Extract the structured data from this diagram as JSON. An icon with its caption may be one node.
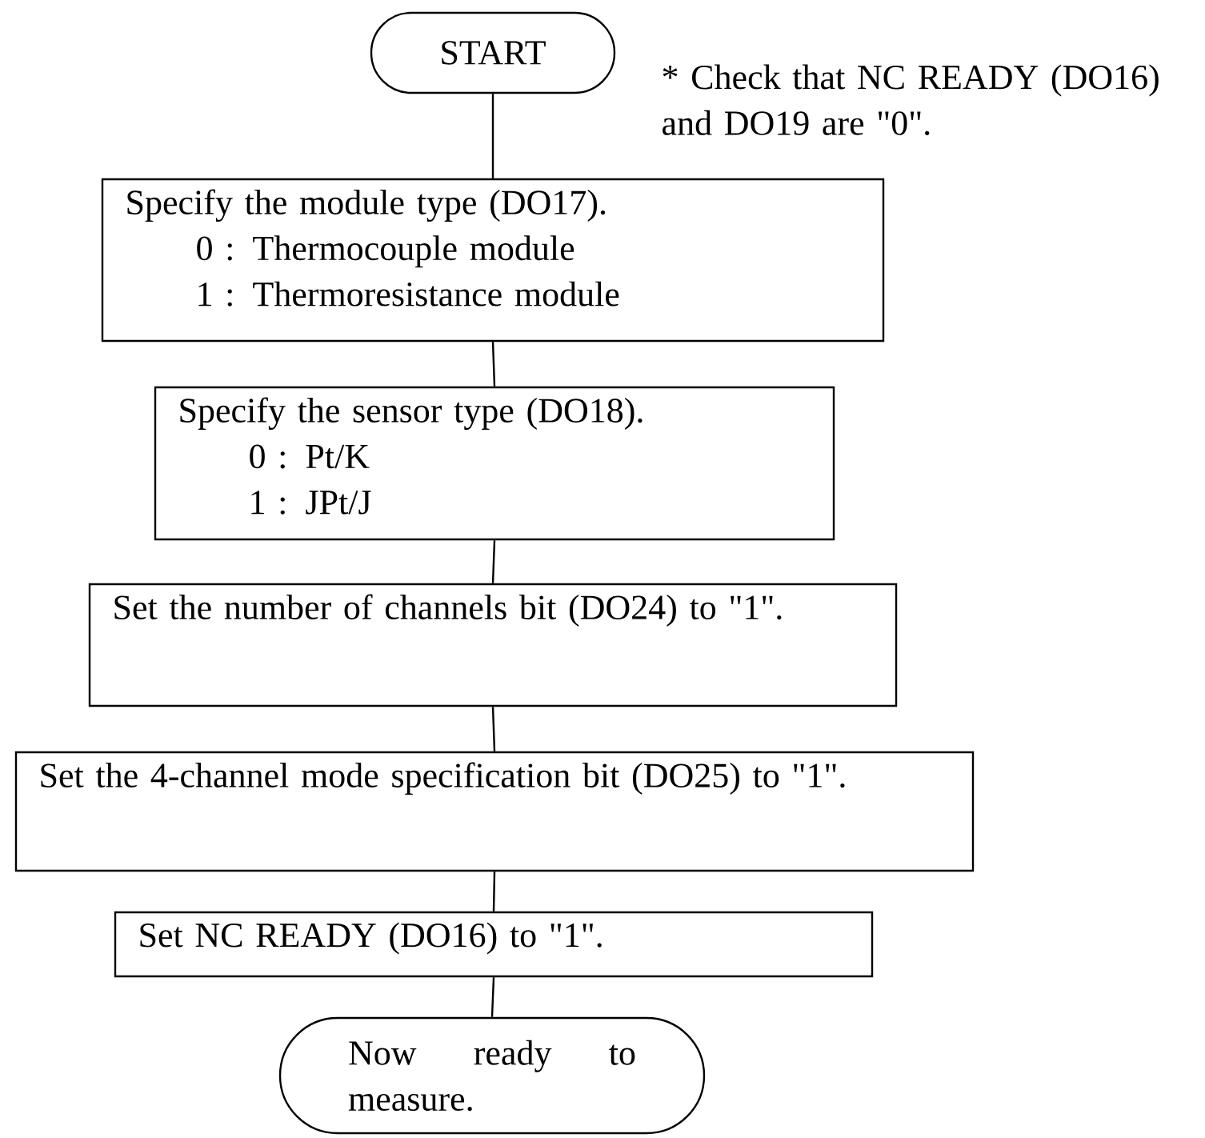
{
  "diagram": {
    "nodes": [
      {
        "text": [
          "START"
        ],
        "beside": [
          "* Check that NC READY (DO16) and DO19 are \"0\"."
        ]
      },
      {
        "text": [
          "Specify the module type (DO17).",
          "0 :  Thermocouple module",
          "1 :  Thermoresistance module"
        ]
      },
      {
        "text": [
          "Specify the sensor type (DO18).",
          "0 :  Pt/K",
          "1 :  JPt/J"
        ]
      },
      {
        "text": [
          "Set the number of channels bit (DO24) to \"1\"."
        ]
      },
      {
        "text": [
          "Set the 4-channel mode specification bit (DO25) to \"1\"."
        ]
      },
      {
        "text": [
          "Set NC READY (DO16) to \"1\"."
        ]
      },
      {
        "text": [
          "Now ready to measure."
        ]
      }
    ],
    "edges": [
      {
        "from": 0,
        "to": 1,
        "arrow": "none"
      },
      {
        "from": 1,
        "to": 2,
        "arrow": "none"
      },
      {
        "from": 2,
        "to": 3,
        "arrow": "none"
      },
      {
        "from": 3,
        "to": 4,
        "arrow": "none"
      },
      {
        "from": 4,
        "to": 5,
        "arrow": "none"
      },
      {
        "from": 5,
        "to": 6,
        "arrow": "none"
      }
    ]
  }
}
